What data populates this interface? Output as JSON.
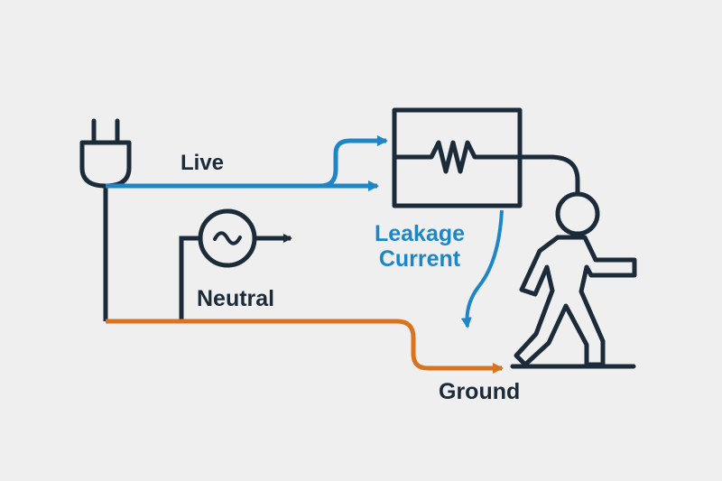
{
  "labels": {
    "live": "Live",
    "neutral": "Neutral",
    "ground": "Ground",
    "leakage_line1": "Leakage",
    "leakage_line2": "Current"
  },
  "colors": {
    "background": "#efefef",
    "conductor": "#1b2b3a",
    "live": "#1e86c6",
    "ground": "#d9731e",
    "leakage": "#1e86c6"
  },
  "icons": [
    "plug-icon",
    "ac-source-icon",
    "resistor-icon",
    "person-walking-icon"
  ]
}
